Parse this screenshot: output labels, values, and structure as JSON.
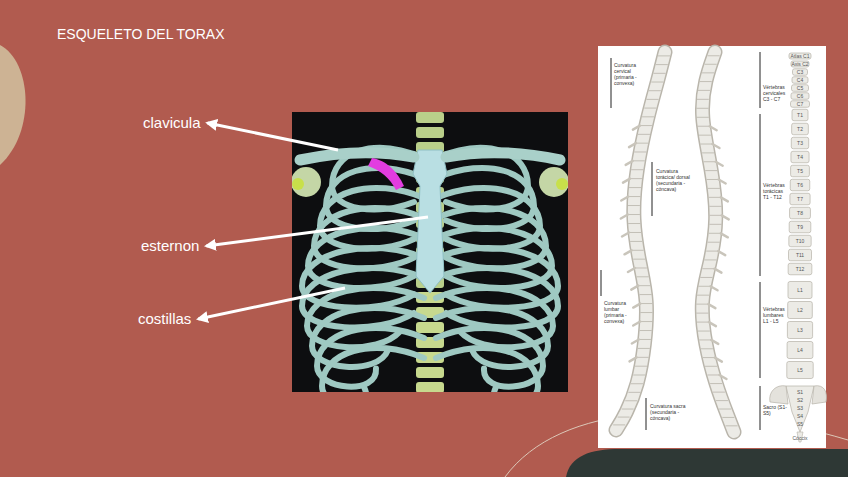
{
  "diagram": {
    "title": "ESQUELETO DEL TORAX",
    "labels": [
      "clavicula",
      "esternon",
      "costillas",
      "Curvatura cervical (primaria - convexa)",
      "Curvatura torácica/ dorsal (secundaria - cóncava)",
      "Curvatura lumbar (primaria - convexa)",
      "Curvatura sacra (secundaria - cóncava)",
      "Vértebras cervicales C3 - C7",
      "Vértebras torácicas T1 - T12",
      "Vértebras lumbares L1 - L5",
      "Sacro (S1- S5)",
      "Atlas C1",
      "Axis C2",
      "C3",
      "C4",
      "C5",
      "C6",
      "C7",
      "T1",
      "T2",
      "T3",
      "T4",
      "T5",
      "T6",
      "T7",
      "T8",
      "T9",
      "T10",
      "T11",
      "T12",
      "L1",
      "L2",
      "L3",
      "L4",
      "L5",
      "S1",
      "S2",
      "S3",
      "S4",
      "S5",
      "Cóccix"
    ]
  }
}
